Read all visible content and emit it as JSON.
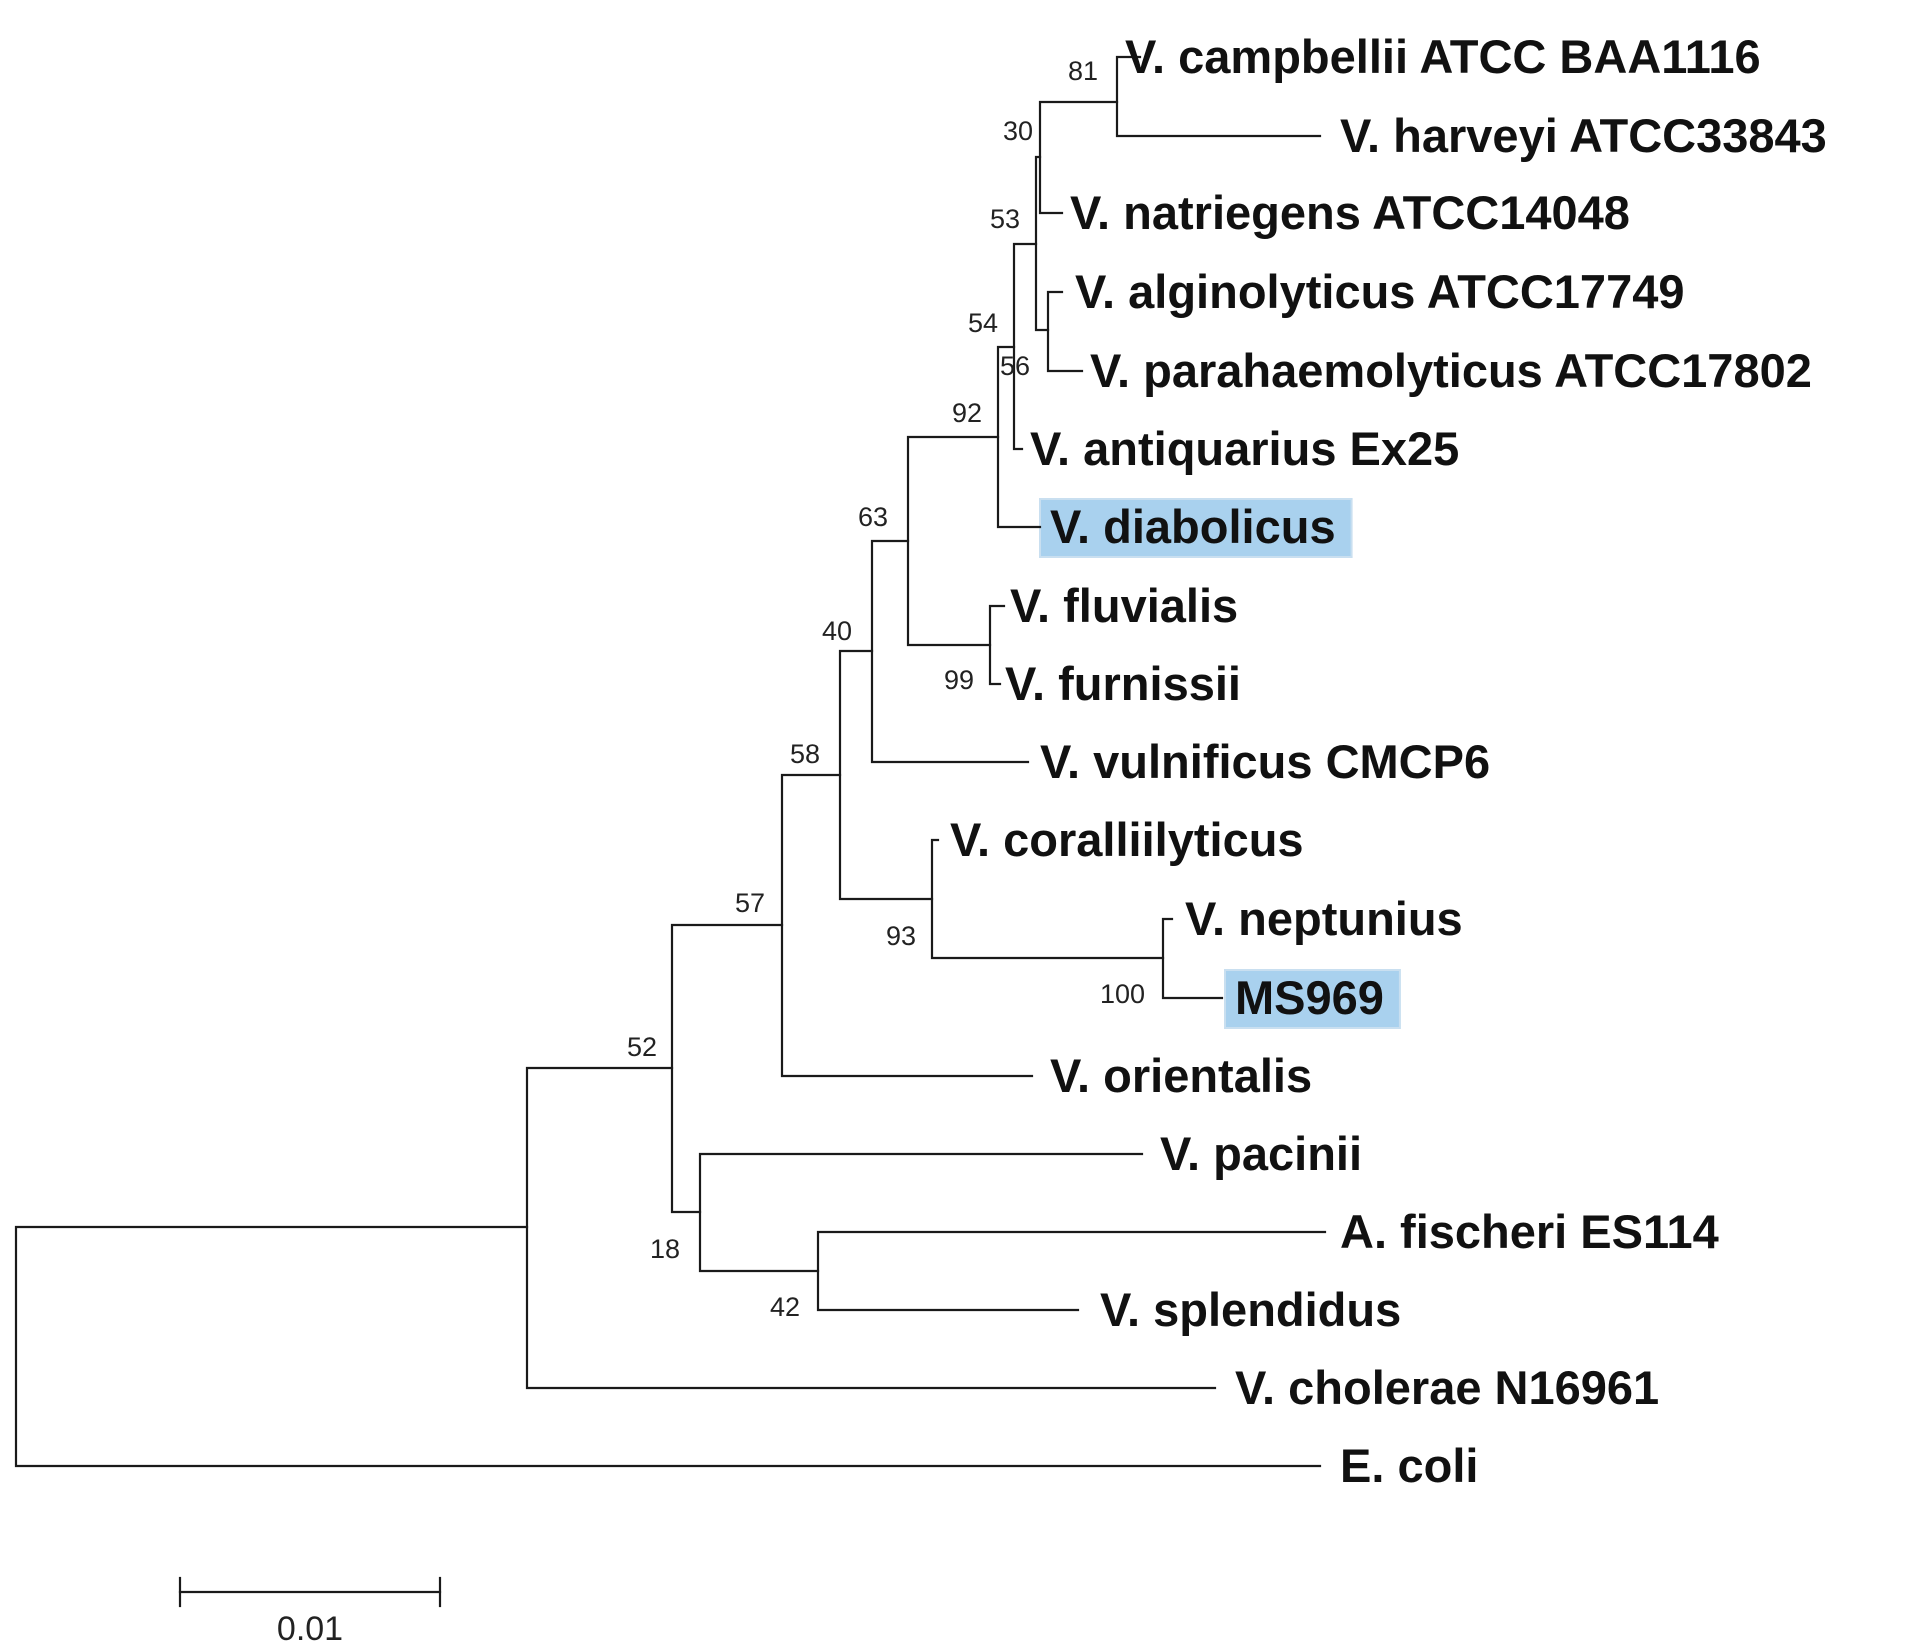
{
  "highlight_color": "#a9d1ee",
  "taxa": [
    {
      "id": "campbellii",
      "label": "V. campbellii ATCC BAA1116",
      "highlight": false
    },
    {
      "id": "harveyi",
      "label": "V. harveyi ATCC33843",
      "highlight": false
    },
    {
      "id": "natriegens",
      "label": "V. natriegens ATCC14048",
      "highlight": false
    },
    {
      "id": "alginolyticus",
      "label": "V. alginolyticus ATCC17749",
      "highlight": false
    },
    {
      "id": "parahaemolyticus",
      "label": "V. parahaemolyticus ATCC17802",
      "highlight": false
    },
    {
      "id": "antiquarius",
      "label": "V. antiquarius Ex25",
      "highlight": false
    },
    {
      "id": "diabolicus",
      "label": "V. diabolicus",
      "highlight": true
    },
    {
      "id": "fluvialis",
      "label": "V. fluvialis",
      "highlight": false
    },
    {
      "id": "furnissii",
      "label": "V. furnissii",
      "highlight": false
    },
    {
      "id": "vulnificus",
      "label": "V. vulnificus CMCP6",
      "highlight": false
    },
    {
      "id": "coralliilyticus",
      "label": "V. coralliilyticus",
      "highlight": false
    },
    {
      "id": "neptunius",
      "label": "V. neptunius",
      "highlight": false
    },
    {
      "id": "ms969",
      "label": "MS969",
      "highlight": true
    },
    {
      "id": "orientalis",
      "label": "V. orientalis",
      "highlight": false
    },
    {
      "id": "pacinii",
      "label": "V. pacinii",
      "highlight": false
    },
    {
      "id": "fischeri",
      "label": "A. fischeri ES114",
      "highlight": false
    },
    {
      "id": "splendidus",
      "label": "V. splendidus",
      "highlight": false
    },
    {
      "id": "cholerae",
      "label": "V. cholerae N16961",
      "highlight": false
    },
    {
      "id": "ecoli",
      "label": "E. coli",
      "highlight": false
    }
  ],
  "bootstrap_values": {
    "campbellii_harveyi": "81",
    "natriegens_node": "30",
    "inner_53": "53",
    "inner_54": "54",
    "alginolyticus_parahaemolyticus": "56",
    "diabolicus_node": "92",
    "fluvialis_furnissii": "99",
    "inner_63": "63",
    "inner_40": "40",
    "neptunius_ms969": "100",
    "coralliilyticus_node": "93",
    "inner_58": "58",
    "inner_57": "57",
    "inner_52": "52",
    "fischeri_splendidus": "42",
    "pacinii_node": "18"
  },
  "scale_bar": {
    "value": 0.01,
    "label": "0.01"
  }
}
